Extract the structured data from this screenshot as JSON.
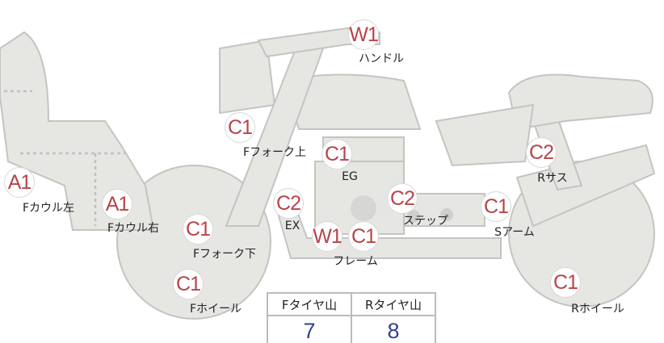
{
  "parts": [
    {
      "grade": "W1",
      "label": "ハンドル"
    },
    {
      "grade": "C1",
      "label": "Fフォーク上"
    },
    {
      "grade": "C1",
      "label": "EG"
    },
    {
      "grade": "C2",
      "label": "ステップ"
    },
    {
      "grade": "C1",
      "label": "Sアーム"
    },
    {
      "grade": "C2",
      "label": "Rサス"
    },
    {
      "grade": "A1",
      "label": "Fカウル左"
    },
    {
      "grade": "A1",
      "label": "Fカウル右"
    },
    {
      "grade": "C2",
      "label": "EX"
    },
    {
      "grade": "C1",
      "label": "Fフォーク下"
    },
    {
      "grade": "W1",
      "grade2": "C1",
      "label": "フレーム"
    },
    {
      "grade": "C1",
      "label": "Fホイール"
    },
    {
      "grade": "C1",
      "label": "Rホイール"
    }
  ],
  "tire_table": {
    "headers": [
      "Fタイヤ山",
      "Rタイヤ山"
    ],
    "values": [
      "7",
      "8"
    ]
  },
  "colors": {
    "grade": "#b8444a",
    "value": "#33438a",
    "body": "#e6e6e3"
  }
}
